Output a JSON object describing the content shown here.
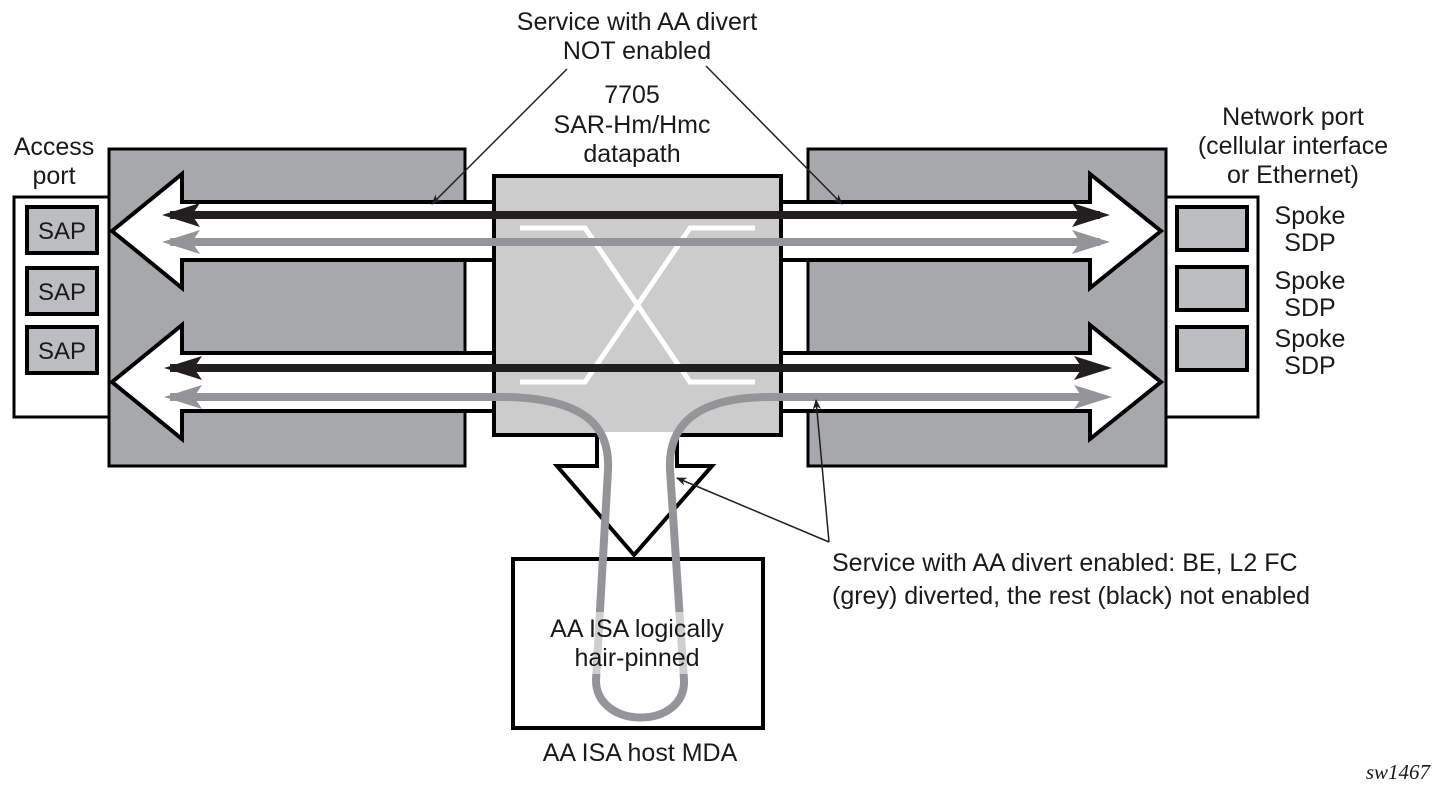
{
  "figure_id": "sw1467",
  "colors": {
    "port_card": "#a7a8ab",
    "datapath": "#cccccc",
    "sap_fill": "#bcbdc0",
    "sdp_fill": "#bcbdc0",
    "black_flow": "#231f20",
    "grey_flow": "#939598",
    "outline": "#000000"
  },
  "labels": {
    "top_callout": [
      "Service with AA divert",
      "NOT enabled"
    ],
    "datapath": [
      "7705",
      "SAR-Hm/Hmc",
      "datapath"
    ],
    "access_port": [
      "Access",
      "port"
    ],
    "network_port": [
      "Network port",
      "(cellular interface",
      "or Ethernet)"
    ],
    "bottom_callout": [
      "Service with AA divert enabled: BE, L2 FC",
      "(grey) diverted, the rest (black) not enabled"
    ],
    "isa_inner": [
      "AA ISA logically",
      "hair-pinned"
    ],
    "isa_host": "AA ISA host MDA"
  },
  "access_port": {
    "saps": [
      {
        "label": "SAP"
      },
      {
        "label": "SAP"
      },
      {
        "label": "SAP"
      }
    ]
  },
  "network_port": {
    "sdps": [
      {
        "label": [
          "Spoke",
          "SDP"
        ]
      },
      {
        "label": [
          "Spoke",
          "SDP"
        ]
      },
      {
        "label": [
          "Spoke",
          "SDP"
        ]
      }
    ]
  },
  "flows": [
    {
      "service": "AA divert NOT enabled",
      "lines": [
        {
          "color": "black",
          "diverted": false
        },
        {
          "color": "grey",
          "diverted": false
        }
      ]
    },
    {
      "service": "AA divert enabled",
      "lines": [
        {
          "color": "black",
          "diverted": false
        },
        {
          "color": "grey",
          "diverted": true
        }
      ]
    }
  ]
}
